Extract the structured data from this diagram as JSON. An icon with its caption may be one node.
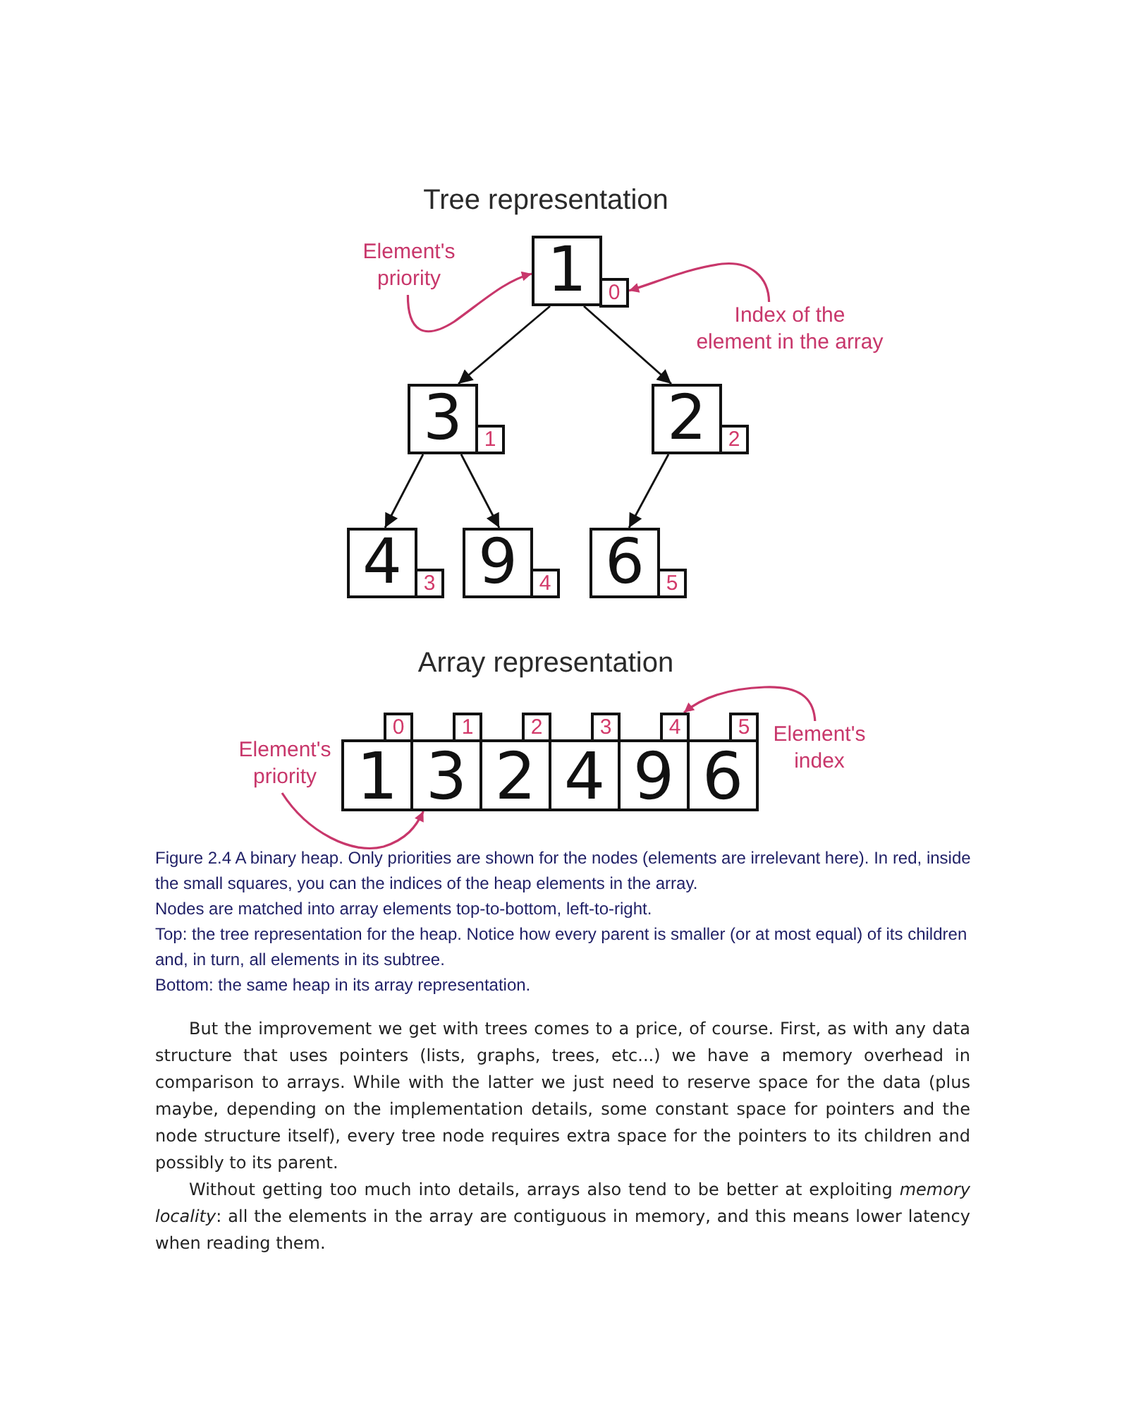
{
  "diagram": {
    "caption": "Figure 2.4 A binary heap. Only priorities are shown for the nodes (elements are irrelevant here). In red, inside the small squares, you can the indices of the heap elements in the array.",
    "nodes": [
      {
        "text": [
          "1"
        ]
      },
      {
        "text": [
          "Element's priority"
        ]
      },
      {
        "text": [
          "0"
        ]
      },
      {
        "text": [
          "Index of the element in the array"
        ]
      },
      {
        "text": [
          "3"
        ]
      },
      {
        "text": [
          "1"
        ]
      },
      {
        "text": [
          "2"
        ]
      },
      {
        "text": [
          "2"
        ]
      },
      {
        "text": [
          "4"
        ]
      },
      {
        "text": [
          "3"
        ]
      },
      {
        "text": [
          "9"
        ]
      },
      {
        "text": [
          "4"
        ]
      },
      {
        "text": [
          "6"
        ]
      },
      {
        "text": [
          "5"
        ]
      },
      {
        "text": [
          "0"
        ]
      },
      {
        "text": [
          "1"
        ]
      },
      {
        "text": [
          "2"
        ]
      },
      {
        "text": [
          "3"
        ]
      },
      {
        "text": [
          "4"
        ]
      },
      {
        "text": [
          "5"
        ]
      },
      {
        "text": [
          "Element's priority"
        ]
      },
      {
        "text": [
          "1"
        ]
      },
      {
        "text": [
          "3"
        ]
      },
      {
        "text": [
          "2"
        ]
      },
      {
        "text": [
          "4"
        ]
      },
      {
        "text": [
          "9"
        ]
      },
      {
        "text": [
          "6"
        ]
      },
      {
        "text": [
          "Element's index"
        ]
      }
    ],
    "edges": [
      {
        "from": 0,
        "to": 4,
        "arrow": "to"
      },
      {
        "from": 0,
        "to": 6,
        "arrow": "to"
      },
      {
        "from": 4,
        "to": 8,
        "arrow": "to"
      },
      {
        "from": 4,
        "to": 10,
        "arrow": "to"
      },
      {
        "from": 6,
        "to": 12,
        "arrow": "to"
      },
      {
        "from": 1,
        "to": 0,
        "arrow": "to",
        "color": "#c8376b"
      },
      {
        "from": 3,
        "to": 2,
        "arrow": "to",
        "color": "#c8376b"
      },
      {
        "from": 20,
        "to": 22,
        "arrow": "to",
        "color": "#c8376b"
      },
      {
        "from": 27,
        "to": 18,
        "arrow": "to",
        "color": "#c8376b"
      }
    ],
    "labels": [
      "Tree representation",
      "Array representation",
      "Nodes are matched into array elements top-to-bottom, left-to-right.",
      "Top: the tree representation for the heap. Notice how every parent is smaller (or at most equal) of its children and, in turn, all elements in its subtree.",
      "Bottom: the same heap in its array representation.",
      "But the improvement we get with trees comes to a price, of course. First, as with any data structure that uses pointers (lists, graphs, trees, etc...) we have a memory overhead in comparison to arrays. While with the latter we just need to reserve space for the data (plus maybe, depending on the implementation details, some constant space for pointers and the node structure itself), every tree node requires extra space for the pointers to its children and possibly to its parent.",
      "Without getting too much into details, arrays also tend to be better at exploiting *memory locality*: all the elements in the array are contiguous in memory, and this means lower latency when reading them."
    ]
  }
}
